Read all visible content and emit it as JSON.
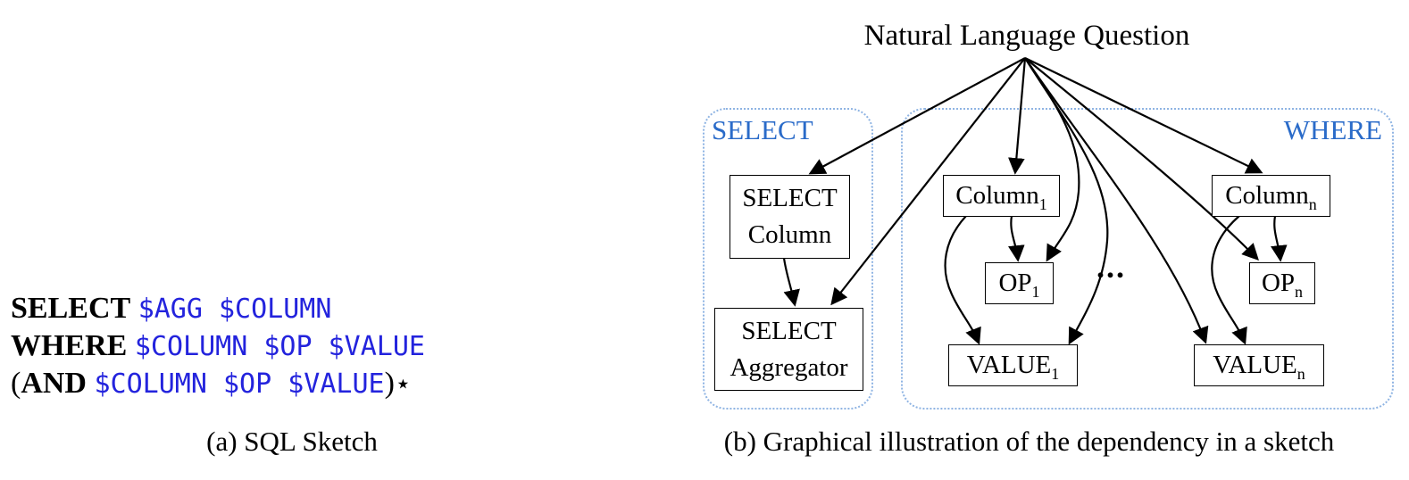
{
  "colors": {
    "code_blue": "#2323dd",
    "diagram_label_blue": "#2a6bc9",
    "dashed_border_blue": "#8fb4e3"
  },
  "sql_sketch": {
    "line1": {
      "keyword": "SELECT",
      "vars": "$AGG $COLUMN"
    },
    "line2": {
      "keyword": "WHERE",
      "vars": "$COLUMN $OP $VALUE"
    },
    "line3": {
      "open_paren": "(",
      "keyword": "AND",
      "vars": "$COLUMN $OP $VALUE",
      "close_paren": ")",
      "star": "⋆"
    },
    "caption": "(a) SQL Sketch"
  },
  "diagram": {
    "title": "Natural Language Question",
    "select_group_label": "SELECT",
    "where_group_label": "WHERE",
    "ellipsis": "...",
    "boxes": {
      "select_column": {
        "line1": "SELECT",
        "line2": "Column"
      },
      "select_aggregator": {
        "line1": "SELECT",
        "line2": "Aggregator"
      },
      "column_1": {
        "text": "Column",
        "sub": "1"
      },
      "op_1": {
        "text": "OP",
        "sub": "1"
      },
      "value_1": {
        "text": "VALUE",
        "sub": "1"
      },
      "column_n": {
        "text": "Column",
        "sub": "n"
      },
      "op_n": {
        "text": "OP",
        "sub": "n"
      },
      "value_n": {
        "text": "VALUE",
        "sub": "n"
      }
    },
    "caption": "(b) Graphical illustration of the dependency in a sketch"
  }
}
